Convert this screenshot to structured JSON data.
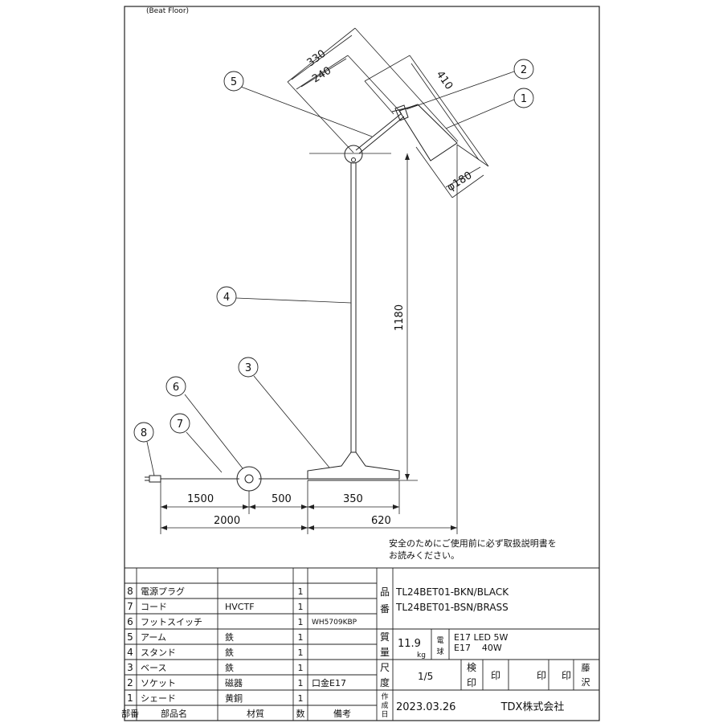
{
  "header": {
    "series_name": "(Beat Floor)"
  },
  "dimensions": {
    "shade_diagonal": "330",
    "arm_length": "240",
    "shade_length": "410",
    "shade_diameter": "φ180",
    "stand_height": "1180",
    "cord_to_switch": "1500",
    "switch_to_base": "500",
    "base_diameter": "350",
    "cord_total": "2000",
    "overall_width": "620"
  },
  "callouts": [
    "1",
    "2",
    "3",
    "4",
    "5",
    "6",
    "7",
    "8"
  ],
  "notice": {
    "line1": "安全のためにご使用前に必ず取扱説明書を",
    "line2": "お読みください。"
  },
  "parts": [
    {
      "no": "8",
      "name": "電源プラグ",
      "material": "",
      "qty": "1",
      "note": ""
    },
    {
      "no": "7",
      "name": "コード",
      "material": "HVCTF",
      "qty": "1",
      "note": ""
    },
    {
      "no": "6",
      "name": "フットスイッチ",
      "material": "",
      "qty": "1",
      "note": "WH5709KBP"
    },
    {
      "no": "5",
      "name": "アーム",
      "material": "鉄",
      "qty": "1",
      "note": ""
    },
    {
      "no": "4",
      "name": "スタンド",
      "material": "鉄",
      "qty": "1",
      "note": ""
    },
    {
      "no": "3",
      "name": "ベース",
      "material": "鉄",
      "qty": "1",
      "note": ""
    },
    {
      "no": "2",
      "name": "ソケット",
      "material": "磁器",
      "qty": "1",
      "note": "口金E17"
    },
    {
      "no": "1",
      "name": "シェード",
      "material": "黄銅",
      "qty": "1",
      "note": ""
    }
  ],
  "table_header": {
    "no": "部番",
    "name": "部品名",
    "material": "材質",
    "qty": "数",
    "note": "備考"
  },
  "title_block": {
    "model_label_1": "品",
    "model_label_2": "番",
    "model_1": "TL24BET01-BKN/BLACK",
    "model_2": "TL24BET01-BSN/BRASS",
    "weight_label_1": "質",
    "weight_label_2": "量",
    "weight_value": "11.9",
    "weight_unit": "kg",
    "bulb_label_1": "電",
    "bulb_label_2": "球",
    "bulb_1": "E17 LED 5W",
    "bulb_2": "E17    40W",
    "scale_label_1": "尺",
    "scale_label_2": "度",
    "scale_value": "1/5",
    "check_label_1": "検",
    "check_label_2": "印",
    "seal_1": "印",
    "seal_2": "印",
    "designer_1": "藤",
    "designer_2": "沢",
    "date_label_1": "作",
    "date_label_2": "成",
    "date_label_3": "日",
    "date": "2023.03.26",
    "company": "TDX株式会社"
  }
}
